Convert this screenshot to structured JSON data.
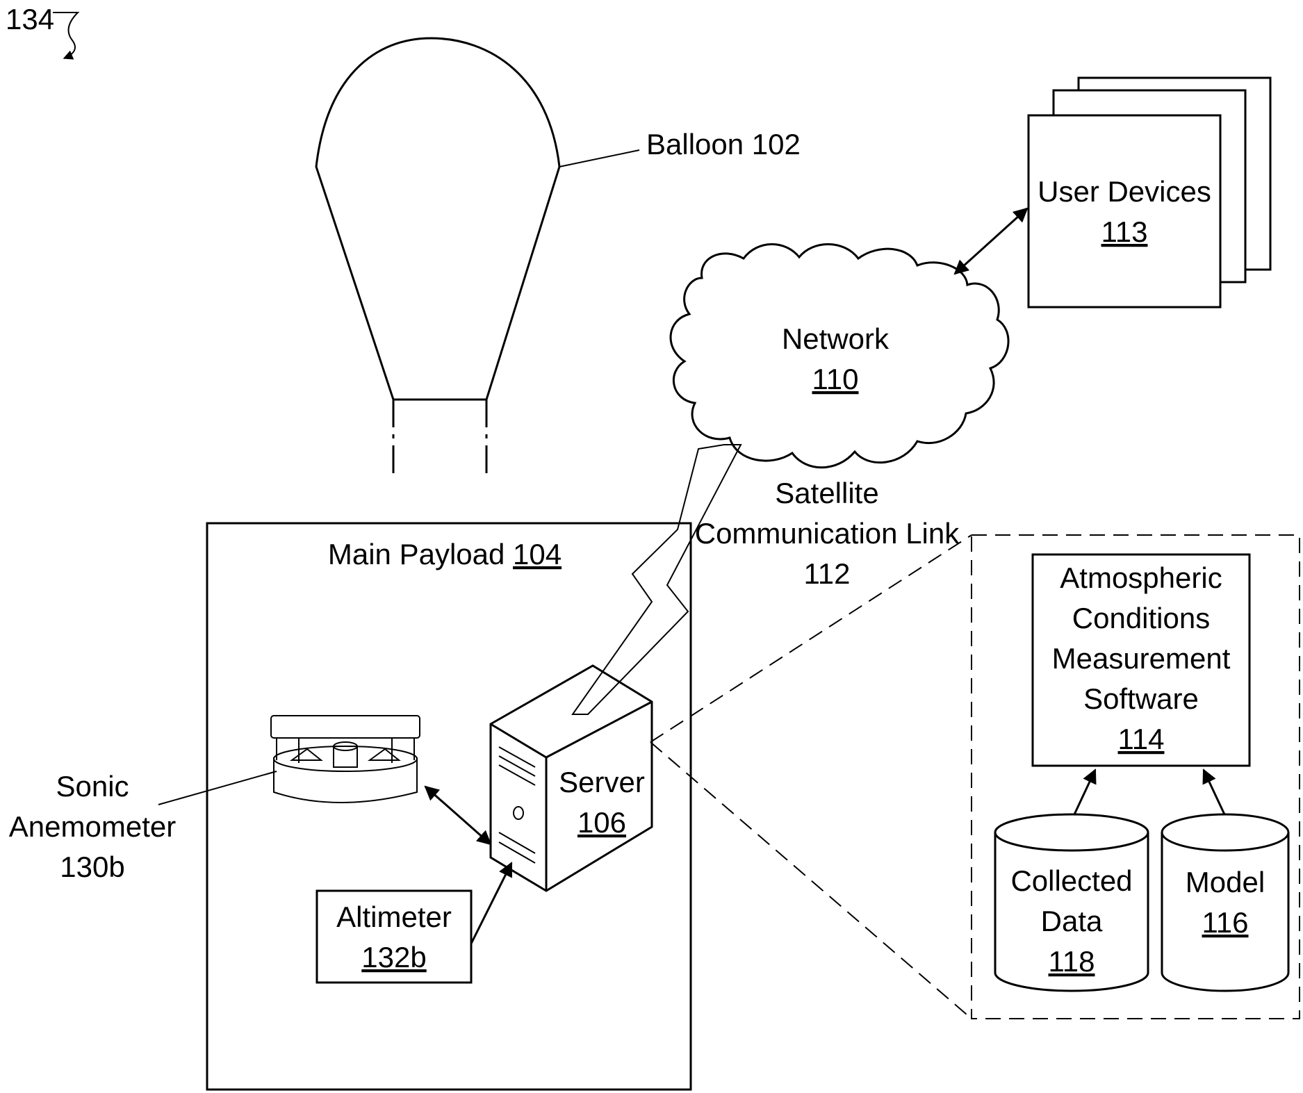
{
  "figure": {
    "ref_label": "134",
    "balloon": {
      "name": "Balloon",
      "ref": "102"
    },
    "payload": {
      "name": "Main Payload",
      "ref": "104"
    },
    "server": {
      "name": "Server",
      "ref": "106"
    },
    "network": {
      "name": "Network",
      "ref": "110"
    },
    "link": {
      "line1": "Satellite",
      "line2": "Communication Link",
      "ref": "112"
    },
    "user_devices": {
      "name": "User Devices",
      "ref": "113"
    },
    "software": {
      "line1": "Atmospheric",
      "line2": "Conditions",
      "line3": "Measurement",
      "line4": "Software",
      "ref": "114"
    },
    "model": {
      "name": "Model",
      "ref": "116"
    },
    "collected": {
      "line1": "Collected",
      "line2": "Data",
      "ref": "118"
    },
    "anemometer": {
      "line1": "Sonic",
      "line2": "Anemometer",
      "ref": "130b"
    },
    "altimeter": {
      "name": "Altimeter",
      "ref": "132b"
    }
  }
}
